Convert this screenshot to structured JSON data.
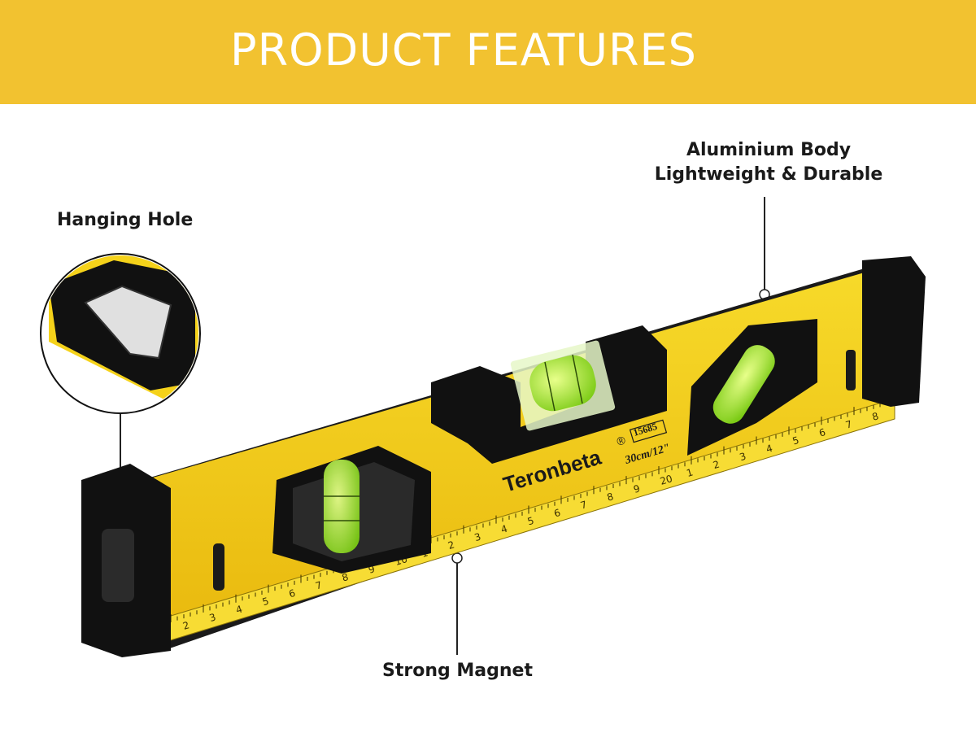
{
  "banner": {
    "title": "PRODUCT FEATURES",
    "color": "#F2C230"
  },
  "callouts": {
    "aluminium_line1": "Aluminium Body",
    "aluminium_line2": "Lightweight & Durable",
    "hanging": "Hanging Hole",
    "magnet": "Strong Magnet"
  },
  "product": {
    "brand": "Teronbeta",
    "registered": "®",
    "model": "15685",
    "size": "30cm/12\"",
    "ruler_left_digits": [
      "2",
      "3",
      "4",
      "5",
      "6",
      "7",
      "8",
      "9",
      "10",
      "1",
      "2",
      "3",
      "4",
      "5",
      "6",
      "7",
      "8",
      "9",
      "20"
    ],
    "ruler_right_digits": [
      "1",
      "2",
      "3",
      "4",
      "5",
      "6",
      "7",
      "8"
    ],
    "body_color": "#F5D21A",
    "bubble_color": "#9BE22A"
  }
}
